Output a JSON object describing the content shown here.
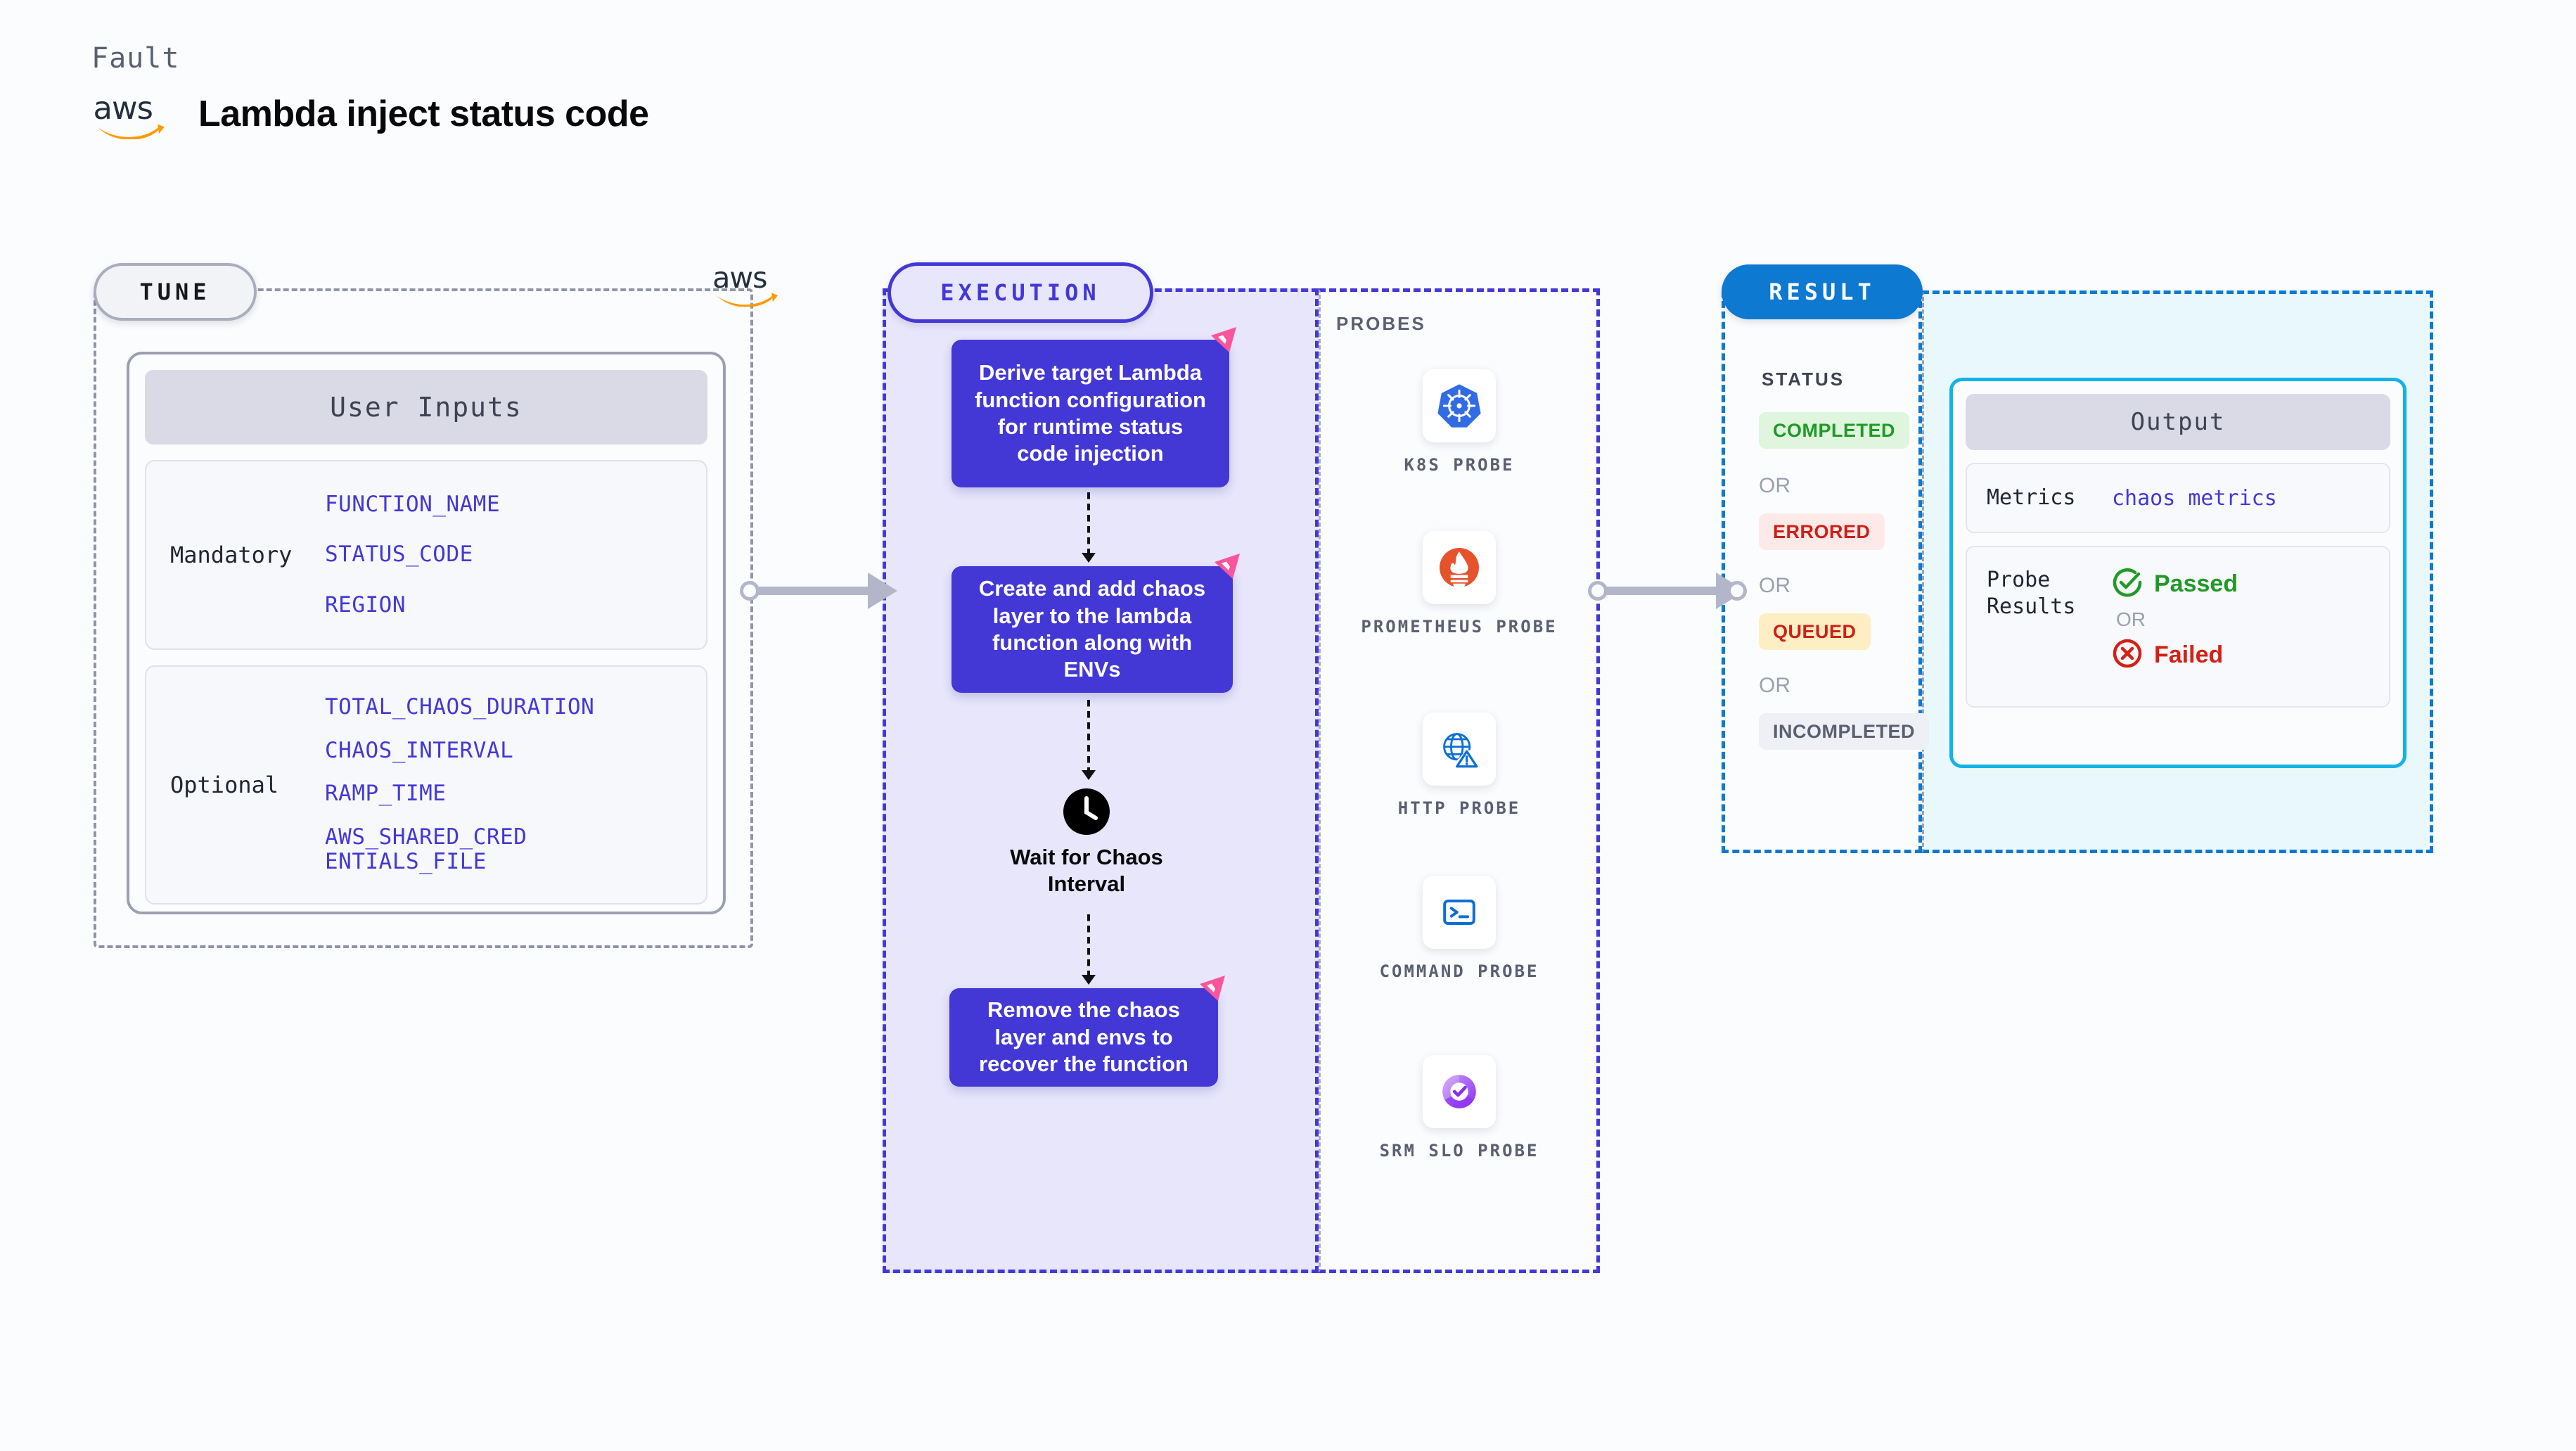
{
  "header": {
    "kicker": "Fault",
    "logo": "aws-logo",
    "title": "Lambda inject status code"
  },
  "tune": {
    "pill_label": "TUNE",
    "logo": "aws-logo",
    "card_title": "User Inputs",
    "groups": [
      {
        "label": "Mandatory",
        "params": [
          "FUNCTION_NAME",
          "STATUS_CODE",
          "REGION"
        ]
      },
      {
        "label": "Optional",
        "params": [
          "TOTAL_CHAOS_DURATION",
          "CHAOS_INTERVAL",
          "RAMP_TIME",
          "AWS_SHARED_CREDENTIALS_FILE"
        ]
      }
    ]
  },
  "execution": {
    "pill_label": "EXECUTION",
    "steps": [
      "Derive target Lambda function configuration for runtime status code injection",
      "Create and add chaos layer to the lambda function along with ENVs",
      "Remove the chaos layer and envs to recover the function"
    ],
    "wait_node": {
      "icon": "clock-icon",
      "label": "Wait for Chaos Interval"
    }
  },
  "probes": {
    "title": "PROBES",
    "items": [
      {
        "label": "K8S PROBE",
        "icon": "kubernetes-icon"
      },
      {
        "label": "PROMETHEUS PROBE",
        "icon": "prometheus-icon"
      },
      {
        "label": "HTTP PROBE",
        "icon": "http-globe-warning-icon"
      },
      {
        "label": "COMMAND PROBE",
        "icon": "terminal-icon"
      },
      {
        "label": "SRM SLO PROBE",
        "icon": "srm-slo-icon"
      }
    ]
  },
  "result": {
    "pill_label": "RESULT",
    "status_title": "STATUS",
    "or_label": "OR",
    "statuses": [
      {
        "label": "COMPLETED",
        "bg": "#dff5de",
        "fg": "#1f9a26"
      },
      {
        "label": "ERRORED",
        "bg": "#fde9e8",
        "fg": "#cf1f16"
      },
      {
        "label": "QUEUED",
        "bg": "#fdefc3",
        "fg": "#cf1f16"
      },
      {
        "label": "INCOMPLETED",
        "bg": "#eef0f5",
        "fg": "#5a6072"
      }
    ],
    "output": {
      "title": "Output",
      "metrics_key": "Metrics",
      "metrics_value": "chaos metrics",
      "probe_results_key": "Probe Results",
      "passed_label": "Passed",
      "failed_label": "Failed",
      "or_label": "OR"
    }
  },
  "colors": {
    "purple": "#4338d6",
    "purple_bg": "#e7e6fb",
    "blue": "#0d79d0",
    "cyan": "#13b3e8",
    "cyan_bg": "#e8f8fd",
    "pink_flag": "#f9559a",
    "page_bg": "#fbfcfe"
  }
}
